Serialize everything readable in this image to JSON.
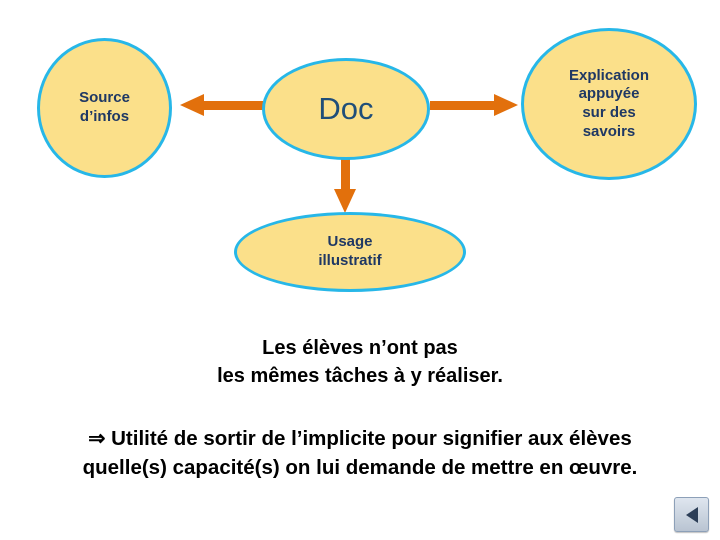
{
  "diagram": {
    "nodes": [
      {
        "id": "source",
        "label": "Source\nd’infos"
      },
      {
        "id": "doc",
        "label": "Doc"
      },
      {
        "id": "explication",
        "label": "Explication\nappuyée\nsur des\nsavoirs"
      },
      {
        "id": "usage",
        "label": "Usage\nillustratif"
      }
    ],
    "arrows": [
      {
        "id": "doc-to-source",
        "direction": "left"
      },
      {
        "id": "doc-to-explication",
        "direction": "right"
      },
      {
        "id": "doc-to-usage",
        "direction": "down"
      }
    ],
    "colors": {
      "node_fill": "#fbe08a",
      "node_border": "#27b7e8",
      "node_text": "#1f3864",
      "doc_text": "#1f4e79",
      "arrow": "#e2700c",
      "body_text": "#000000",
      "background": "#ffffff"
    }
  },
  "texts": {
    "paragraph_1": "Les élèves n’ont pas\nles mêmes tâches à y réaliser.",
    "paragraph_2": "⇒ Utilité de sortir de l’implicite pour signifier aux élèves\nquelle(s) capacité(s) on lui demande de mettre en œuvre."
  },
  "controls": {
    "back_button_icon": "triangle-left-icon"
  }
}
